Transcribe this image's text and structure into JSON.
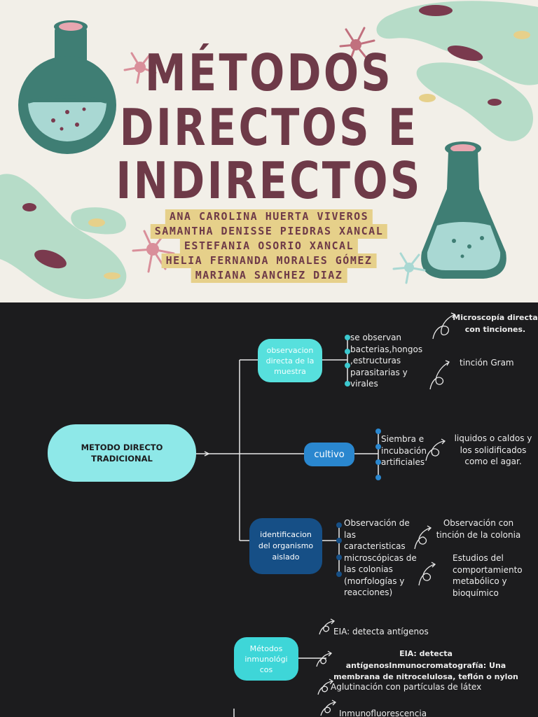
{
  "cover": {
    "title_lines": [
      "MÉTODOS",
      "DIRECTOS E",
      "INDIRECTOS"
    ],
    "authors": [
      "ANA CAROLINA HUERTA VIVEROS",
      "SAMANTHA DENISSE PIEDRAS XANCAL",
      "ESTEFANIA OSORIO XANCAL",
      "HELIA FERNANDA MORALES GÓMEZ",
      "MARIANA SANCHEZ DIAZ"
    ],
    "colors": {
      "background": "#f2efe8",
      "title": "#6e3a48",
      "author_bg": "#e6d08a",
      "flask": "#3f7e74",
      "liquid": "#a9d8d3",
      "blob": "#b6dcc8",
      "neuron": "#d98f9a"
    }
  },
  "map": {
    "background": "#1c1c1e",
    "root": "METODO DIRECTO TRADICIONAL",
    "nodes": {
      "observacion": "observacion directa de la muestra",
      "cultivo": "cultivo",
      "identificacion": "identificacion del organismo aislado",
      "inmuno": "Métodos inmunológi cos"
    },
    "details": {
      "observacion": "se observan bacterias,hongos ,estructuras parasitarias y virales",
      "cultivo": "Siembra e incubación artificiales",
      "identificacion": "Observación de las caracteristicas microscópicas de las colonias (morfologías y reacciones)"
    },
    "notes": {
      "microscopia": "Microscopía directa con tinciones.",
      "gram": "tinción Gram",
      "liquidos": "liquidos o caldos y los solidificados como el agar.",
      "obs_colonia": "Observación con tinción de la colonia",
      "estudios": "Estudios del comportamiento metabólico y bioquímico"
    },
    "inmuno_items": [
      "EIA: detecta antígenos",
      "EIA: detecta antígenosInmunocromatografía: Una membrana de nitrocelulosa, teflón o nylon",
      "Aglutinación con partículas de látex",
      "Inmunofluorescencia"
    ],
    "colors": {
      "root": "#8ee8e8",
      "observacion": "#57e0dd",
      "cultivo": "#2a87cf",
      "identificacion": "#164f86",
      "inmuno": "#3ed6d8",
      "line": "#e8e8e8"
    }
  }
}
